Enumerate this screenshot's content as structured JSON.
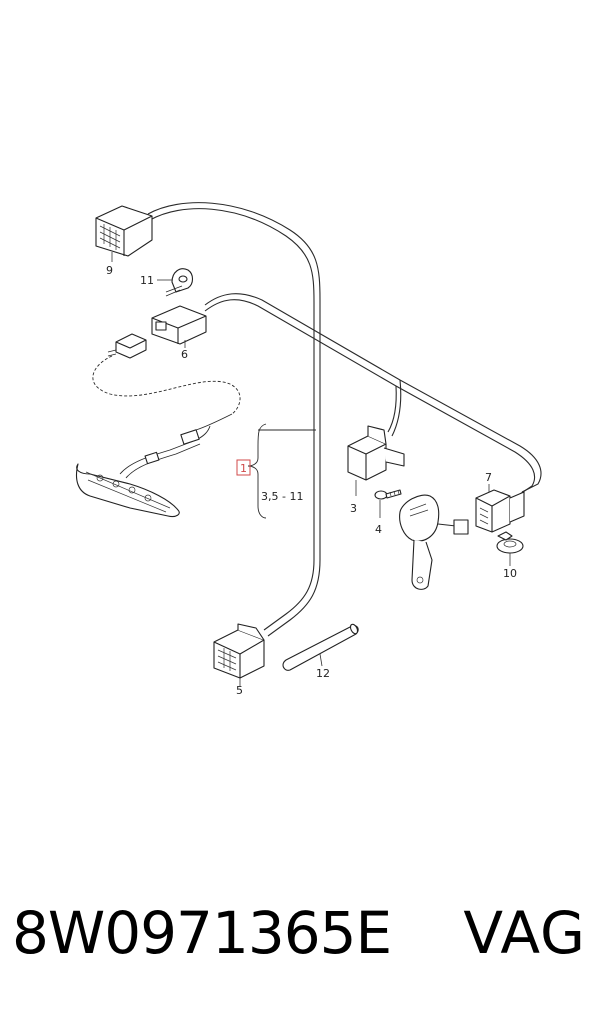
{
  "diagram": {
    "callouts": [
      {
        "id": "9",
        "label": "9"
      },
      {
        "id": "11",
        "label": "11"
      },
      {
        "id": "6",
        "label": "6"
      },
      {
        "id": "1",
        "label": "1"
      },
      {
        "id": "range",
        "label": "3,5 - 11"
      },
      {
        "id": "3",
        "label": "3"
      },
      {
        "id": "4",
        "label": "4"
      },
      {
        "id": "7",
        "label": "7"
      },
      {
        "id": "10",
        "label": "10"
      },
      {
        "id": "12",
        "label": "12"
      },
      {
        "id": "5",
        "label": "5"
      }
    ],
    "highlight_color": "#d04a4a"
  },
  "footer": {
    "part_number": "8W0971365E",
    "brand": "VAG"
  }
}
